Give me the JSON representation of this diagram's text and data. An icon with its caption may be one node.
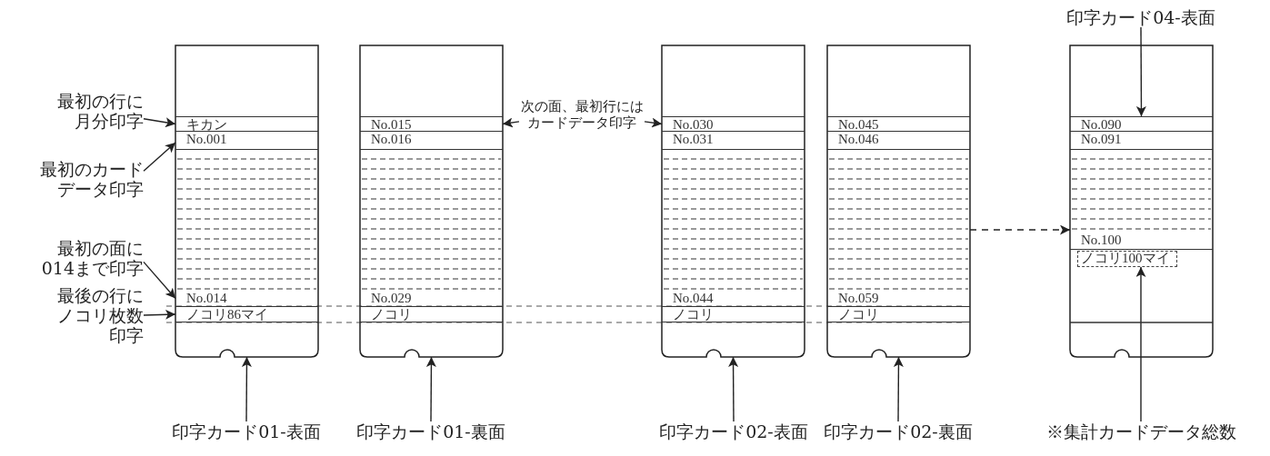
{
  "diagram": {
    "nodes": [
      {
        "text": [],
        "shape": "box"
      },
      {
        "text": [
          "キカン"
        ],
        "in": 0
      },
      {
        "text": [
          "No.001"
        ],
        "in": 0
      },
      {
        "text": [
          "No.014"
        ],
        "in": 0
      },
      {
        "text": [
          "ノコリ86マイ"
        ],
        "in": 0
      },
      {
        "text": [],
        "shape": "box"
      },
      {
        "text": [
          "No.015"
        ],
        "in": 5
      },
      {
        "text": [
          "No.016"
        ],
        "in": 5
      },
      {
        "text": [
          "No.029"
        ],
        "in": 5
      },
      {
        "text": [
          "ノコリ"
        ],
        "in": 5
      },
      {
        "text": [],
        "shape": "box"
      },
      {
        "text": [
          "No.030"
        ],
        "in": 10
      },
      {
        "text": [
          "No.031"
        ],
        "in": 10
      },
      {
        "text": [
          "No.044"
        ],
        "in": 10
      },
      {
        "text": [
          "ノコリ"
        ],
        "in": 10
      },
      {
        "text": [],
        "shape": "box"
      },
      {
        "text": [
          "No.045"
        ],
        "in": 15
      },
      {
        "text": [
          "No.046"
        ],
        "in": 15
      },
      {
        "text": [
          "No.059"
        ],
        "in": 15
      },
      {
        "text": [
          "ノコリ"
        ],
        "in": 15
      },
      {
        "text": [],
        "shape": "box"
      },
      {
        "text": [
          "No.090"
        ],
        "in": 20
      },
      {
        "text": [
          "No.091"
        ],
        "in": 20
      },
      {
        "text": [
          "No.100"
        ],
        "in": 20
      },
      {
        "text": [
          "ノコリ100マイ"
        ],
        "in": 20
      },
      {
        "text": [
          "最初の行に月分印字"
        ]
      },
      {
        "text": [
          "最初のカードデータ印字"
        ]
      },
      {
        "text": [
          "最初の面に014まで印字"
        ]
      },
      {
        "text": [
          "最後の行にノコリ枚数印字"
        ]
      },
      {
        "text": [
          "次の面、最初行にはカードデータ印字"
        ]
      },
      {
        "text": [
          "印字カード04-表面"
        ]
      },
      {
        "text": [
          "印字カード01-表面"
        ]
      },
      {
        "text": [
          "印字カード01-裏面"
        ]
      },
      {
        "text": [
          "印字カード02-表面"
        ]
      },
      {
        "text": [
          "印字カード02-裏面"
        ]
      },
      {
        "text": [
          "※集計カードデータ総数"
        ]
      }
    ],
    "edges": [
      {
        "from": 25,
        "to": 1,
        "arrow": "to"
      },
      {
        "from": 26,
        "to": 2,
        "arrow": "to"
      },
      {
        "from": 27,
        "to": 3,
        "arrow": "to"
      },
      {
        "from": 28,
        "to": 4,
        "arrow": "to"
      },
      {
        "from": 29,
        "to": 6,
        "arrow": "to"
      },
      {
        "from": 29,
        "to": 11,
        "arrow": "to"
      },
      {
        "from": 30,
        "to": 21,
        "arrow": "to"
      },
      {
        "from": 31,
        "to": 0,
        "arrow": "to"
      },
      {
        "from": 32,
        "to": 5,
        "arrow": "to"
      },
      {
        "from": 33,
        "to": 10,
        "arrow": "to"
      },
      {
        "from": 34,
        "to": 15,
        "arrow": "to"
      },
      {
        "from": 35,
        "to": 24,
        "arrow": "to"
      },
      {
        "from": 15,
        "to": 20,
        "arrow": "to",
        "style": "dashed"
      }
    ]
  }
}
